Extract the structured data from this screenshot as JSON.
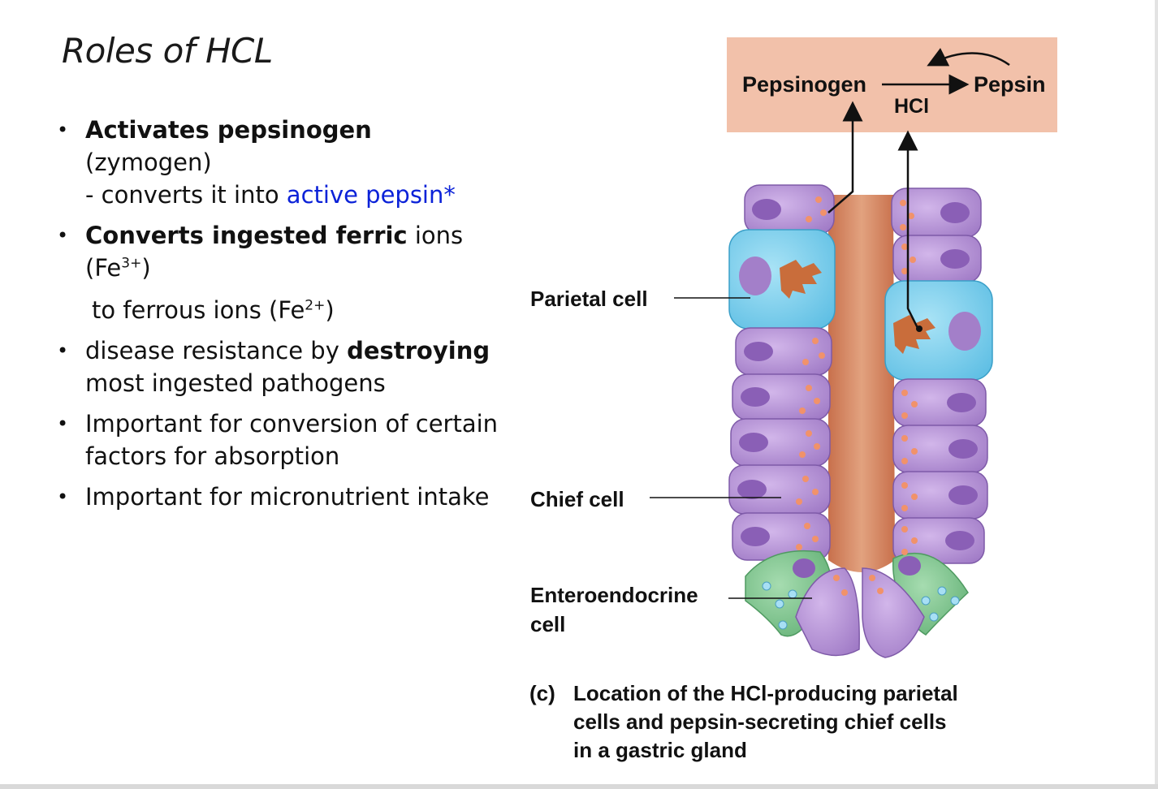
{
  "title": "Roles of HCL",
  "bullets": [
    {
      "bold": "Activates pepsinogen",
      "rest": " (zymogen)",
      "sub_prefix": "-  converts it into ",
      "sub_blue": "active pepsin*"
    },
    {
      "bold": "Converts ingested ferric",
      "rest": " ions",
      "line2_pre": "(Fe",
      "line2_sup": "3+",
      "line2_post": ")",
      "line3_pre": "to ferrous ions (Fe",
      "line3_sup": "2+",
      "line3_post": ")"
    },
    {
      "pre": "disease resistance by ",
      "bold": "destroying",
      "post": "most ingested pathogens"
    },
    {
      "text": "Important for conversion of certain factors for absorption"
    },
    {
      "text": "Important for micronutrient intake"
    }
  ],
  "diagram": {
    "reaction_left": "Pepsinogen",
    "reaction_right": "Pepsin",
    "reaction_catalyst": "HCl",
    "label_parietal": "Parietal cell",
    "label_chief": "Chief cell",
    "label_entero_1": "Enteroendocrine",
    "label_entero_2": "cell",
    "caption_tag": "(c)",
    "caption_1": "Location of the HCl-producing parietal",
    "caption_2": "cells and pepsin-secreting chief cells",
    "caption_3": "in a gastric gland"
  },
  "colors": {
    "reaction_box": "#f2c1aa",
    "lumen": "#d98a63",
    "cell_purple": "#b690d4",
    "parietal_blue": "#7fd0ee",
    "entero_green": "#7ec48d",
    "granule": "#f1926a",
    "link_blue": "#0b22d8"
  }
}
